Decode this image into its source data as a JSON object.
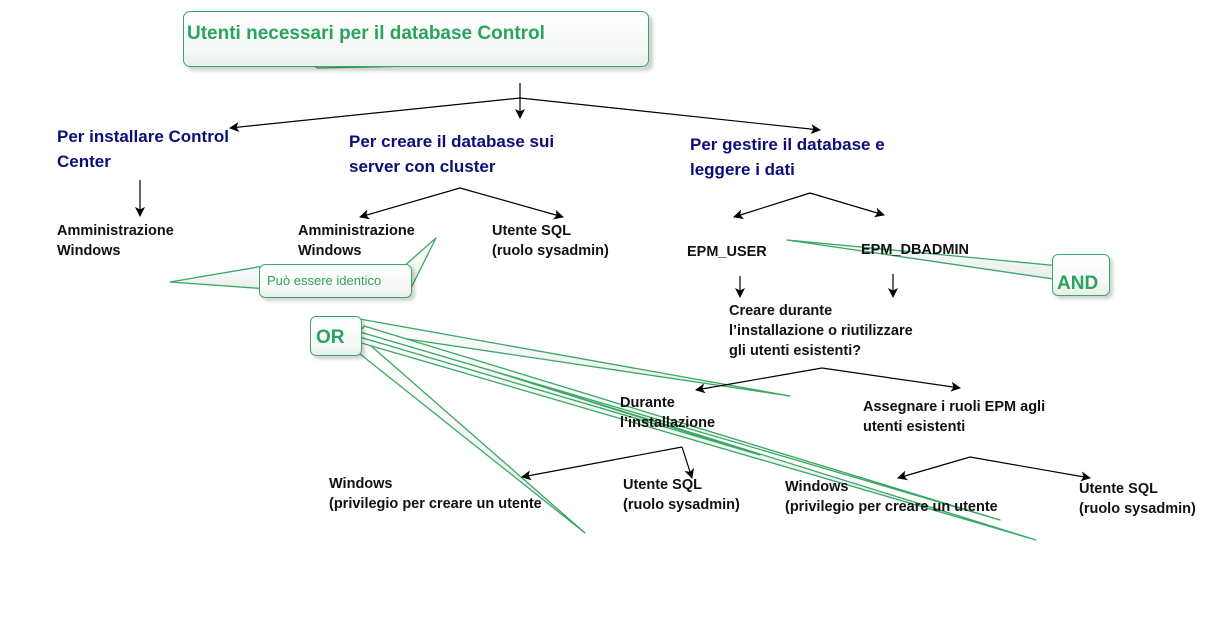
{
  "title": "Utenti necessari per il database Control",
  "branches": {
    "install": "Per installare Control\nCenter",
    "create_db": "Per creare il database sui\nserver con cluster",
    "manage_db": "Per gestire il database e\nleggere i dati"
  },
  "nodes": {
    "admin_windows_1": "Amministrazione\nWindows",
    "admin_windows_2": "Amministrazione\nWindows",
    "sql_sysadmin_1": "Utente SQL\n(ruolo sysadmin)",
    "epm_user": "EPM_USER",
    "epm_dbadmin": "EPM_DBADMIN",
    "create_or_reuse": "Creare durante\nl’installazione o riutilizzare\ngli utenti esistenti?",
    "during_install": "Durante\nl’installazione",
    "assign_roles": "Assegnare i ruoli EPM agli\nutenti esistenti",
    "windows_priv_1": "Windows\n(privilegio per creare un utente",
    "sql_sysadmin_2": "Utente SQL\n(ruolo sysadmin)",
    "windows_priv_2": "Windows\n(privilegio per creare un utente",
    "sql_sysadmin_3": "Utente SQL\n(ruolo sysadmin)"
  },
  "callouts": {
    "same_note": "Può essere identico",
    "or_label": "OR",
    "and_label": "AND"
  },
  "colors": {
    "title_green": "#2aa35e",
    "border_green": "#3aa865",
    "heading_navy": "#0c0c7a",
    "text": "#111111"
  }
}
